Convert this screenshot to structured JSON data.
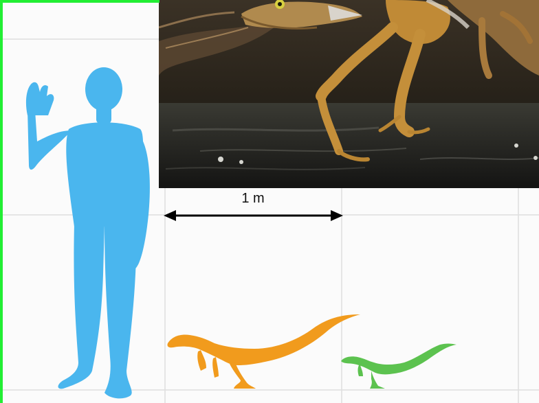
{
  "scale_bar": {
    "label": "1 m"
  },
  "colors": {
    "frame": "#22ee33",
    "human": "#4ab6ee",
    "large_dinosaur": "#f19b1d",
    "small_dinosaur": "#5cc24f",
    "grid": "#d8d8d8"
  },
  "figures": {
    "human": "human-silhouette",
    "large_dinosaur": "orange-dinosaur-silhouette",
    "small_dinosaur": "green-dinosaur-silhouette",
    "photo": "dinosaur-painting"
  }
}
